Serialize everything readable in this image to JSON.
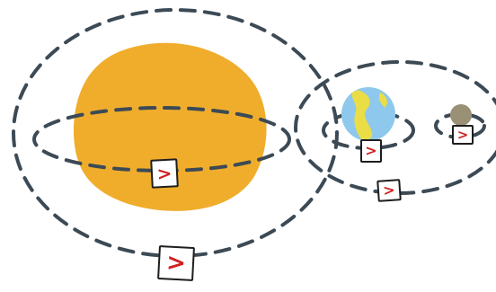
{
  "colors": {
    "orbit_line": "#3c4a55",
    "sun_fill": "#f0ad2c",
    "earth_ocean": "#8ec8ec",
    "earth_land": "#eadd46",
    "moon_fill": "#9a9076",
    "badge_border": "#1e1e1e",
    "chevron": "#d11f1f"
  },
  "icons": {
    "sun": "sun-icon",
    "earth": "earth-icon",
    "moon": "moon-icon",
    "orbit_marker": "chevron-right-icon"
  },
  "markers": [
    {
      "name": "sun-orbit-marker",
      "glyph": ">"
    },
    {
      "name": "outer-orbit-marker",
      "glyph": ">"
    },
    {
      "name": "earth-orbit-marker",
      "glyph": ">"
    },
    {
      "name": "earth-moon-system-marker",
      "glyph": ">"
    },
    {
      "name": "moon-orbit-marker",
      "glyph": ">"
    }
  ]
}
